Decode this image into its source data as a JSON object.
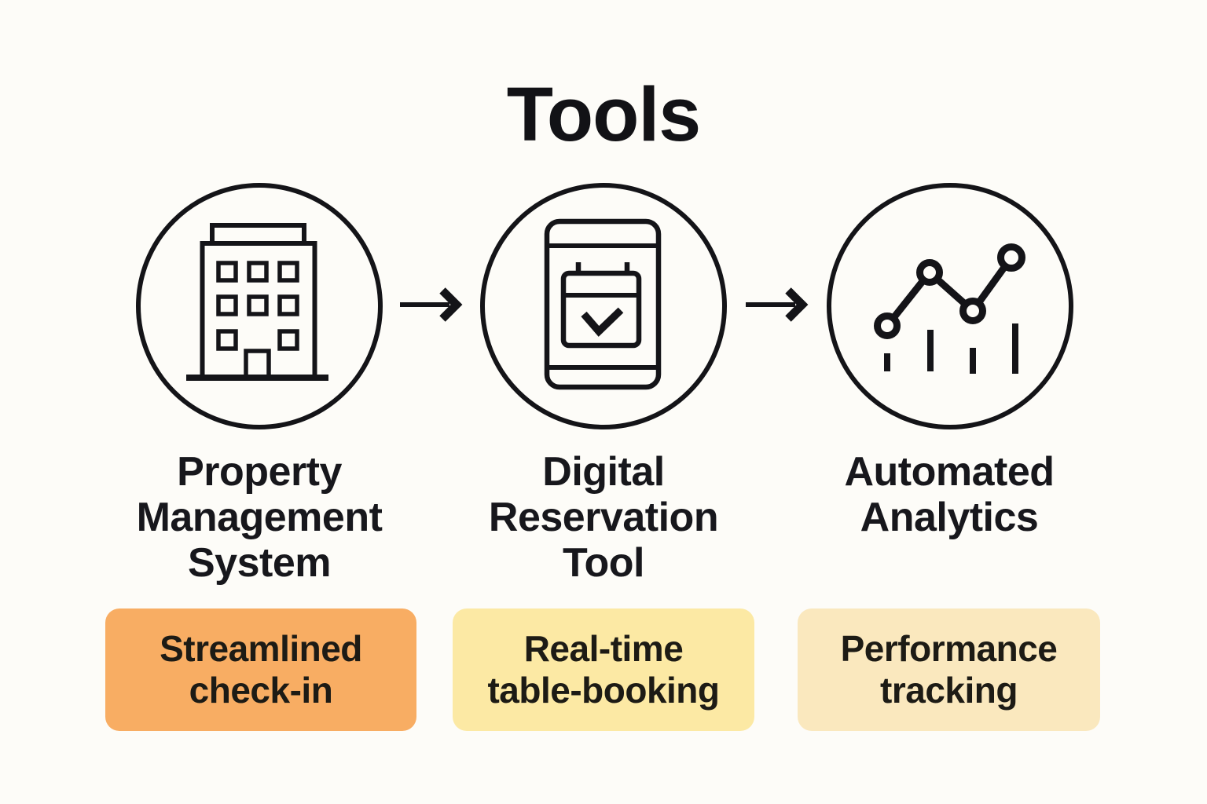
{
  "title": "Tools",
  "colors": {
    "background": "#FDFCF8",
    "ink": "#141418",
    "badge_orange": "#F8AD63",
    "badge_yellow": "#FCE9A4",
    "badge_cream": "#FAE8BE"
  },
  "items": [
    {
      "name": "Property Management System",
      "name_lines": [
        "Property",
        "Management",
        "System"
      ],
      "icon": "building-icon",
      "badge": {
        "text": "Streamlined check-in",
        "lines": [
          "Streamlined",
          "check-in"
        ],
        "color": "#F8AD63"
      }
    },
    {
      "name": "Digital Reservation Tool",
      "name_lines": [
        "Digital",
        "Reservation",
        "Tool"
      ],
      "icon": "tablet-calendar-icon",
      "badge": {
        "text": "Real-time table-booking",
        "lines": [
          "Real-time",
          "table-booking"
        ],
        "color": "#FCE9A4"
      }
    },
    {
      "name": "Automated Analytics",
      "name_lines": [
        "Automated",
        "Analytics"
      ],
      "icon": "line-chart-icon",
      "badge": {
        "text": "Performance tracking",
        "lines": [
          "Performance",
          "tracking"
        ],
        "color": "#FAE8BE"
      }
    }
  ],
  "connectors": [
    {
      "icon": "arrow-right-icon"
    },
    {
      "icon": "arrow-right-icon"
    }
  ]
}
